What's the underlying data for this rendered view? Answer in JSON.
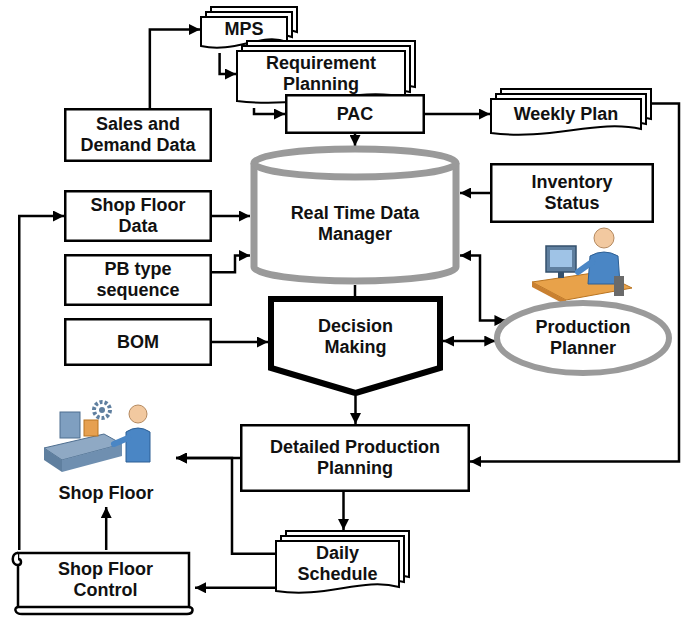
{
  "diagram": {
    "nodes": [
      {
        "text": [
          "MPS"
        ]
      },
      {
        "text": [
          "Requirement Planning"
        ]
      },
      {
        "text": [
          "PAC"
        ]
      },
      {
        "text": [
          "Sales and Demand Data"
        ]
      },
      {
        "text": [
          "Weekly Plan"
        ]
      },
      {
        "text": [
          "Shop Floor Data"
        ]
      },
      {
        "text": [
          "Real Time Data Manager"
        ]
      },
      {
        "text": [
          "Inventory Status"
        ]
      },
      {
        "text": [
          "PB type sequence"
        ]
      },
      {
        "text": [
          "BOM"
        ]
      },
      {
        "text": [
          "Decision Making"
        ]
      },
      {
        "text": [
          "Production Planner"
        ]
      },
      {
        "text": [
          "Detailed Production Planning"
        ]
      },
      {
        "text": [
          "Shop Floor"
        ]
      },
      {
        "text": [
          "Daily Schedule"
        ]
      },
      {
        "text": [
          "Shop Floor Control"
        ]
      }
    ],
    "edges": [
      {
        "from": 3,
        "to": 0,
        "arrow": "to"
      },
      {
        "from": 0,
        "to": 1,
        "arrow": "to"
      },
      {
        "from": 1,
        "to": 2,
        "arrow": "to"
      },
      {
        "from": 2,
        "to": 4,
        "arrow": "to"
      },
      {
        "from": 2,
        "to": 6,
        "arrow": "to"
      },
      {
        "from": 7,
        "to": 6,
        "arrow": "to"
      },
      {
        "from": 5,
        "to": 6,
        "arrow": "to"
      },
      {
        "from": 8,
        "to": 6,
        "arrow": "to"
      },
      {
        "from": 6,
        "to": 10,
        "arrow": "none"
      },
      {
        "from": 6,
        "to": 11,
        "arrow": "both"
      },
      {
        "from": 9,
        "to": 10,
        "arrow": "to"
      },
      {
        "from": 10,
        "to": 11,
        "arrow": "both"
      },
      {
        "from": 10,
        "to": 12,
        "arrow": "to"
      },
      {
        "from": 4,
        "to": 12,
        "arrow": "to"
      },
      {
        "from": 12,
        "to": 14,
        "arrow": "to"
      },
      {
        "from": 12,
        "to": 13,
        "arrow": "to"
      },
      {
        "from": 14,
        "to": 13,
        "arrow": "to"
      },
      {
        "from": 14,
        "to": 15,
        "arrow": "to"
      },
      {
        "from": 15,
        "to": 13,
        "arrow": "to"
      },
      {
        "from": 15,
        "to": 5,
        "arrow": "to"
      }
    ]
  }
}
